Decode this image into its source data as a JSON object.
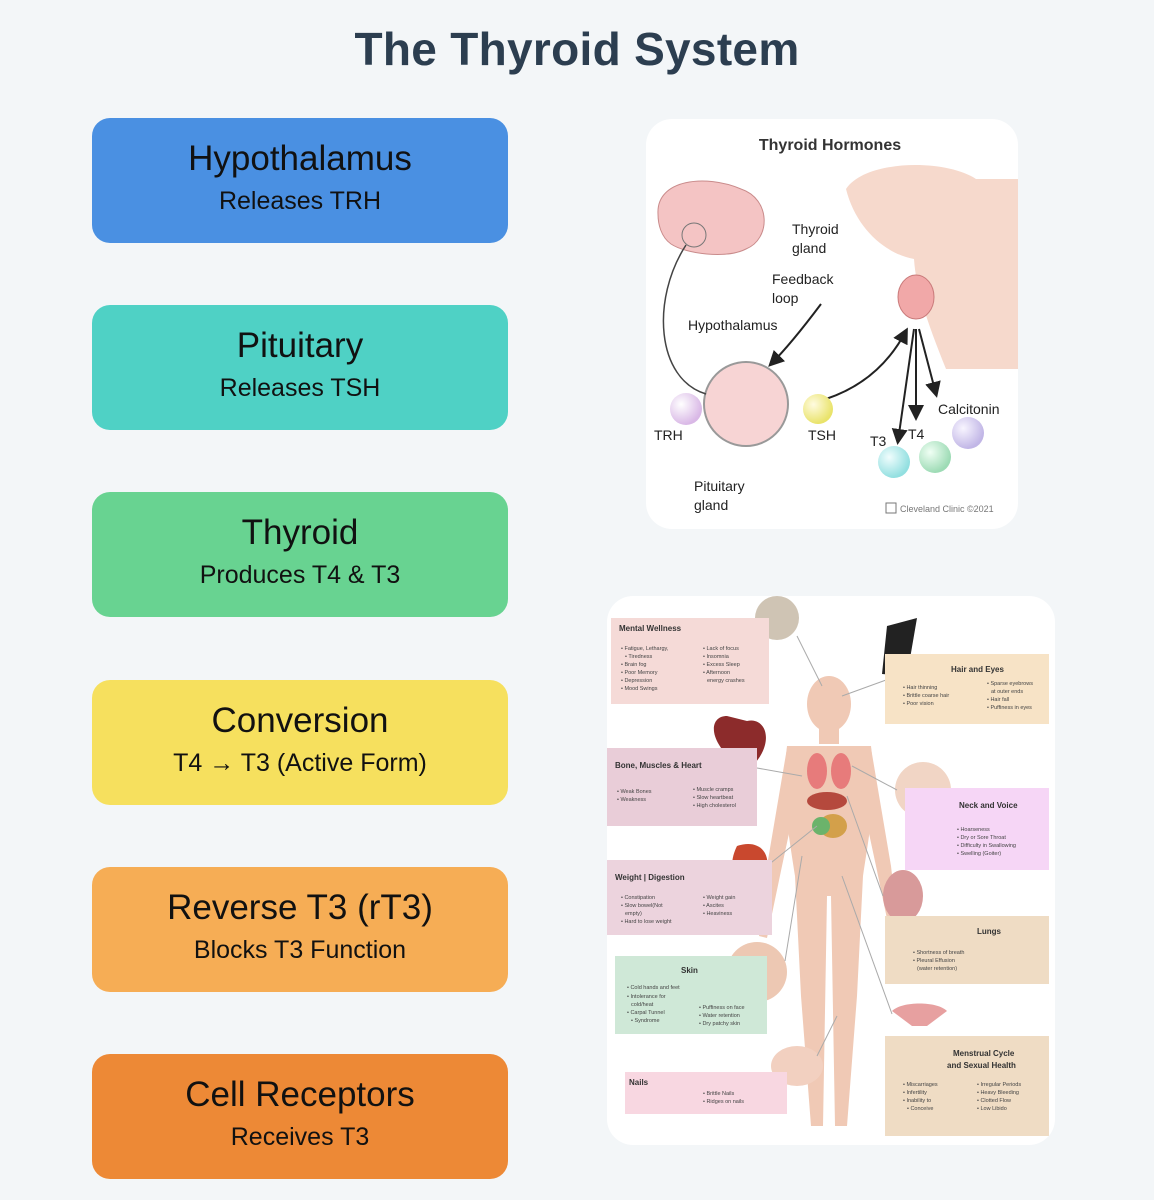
{
  "title": "The Thyroid System",
  "steps": [
    {
      "name": "Hypothalamus",
      "desc": "Releases TRH",
      "color": "#4a90e2"
    },
    {
      "name": "Pituitary",
      "desc": "Releases TSH",
      "color": "#4fd1c5"
    },
    {
      "name": "Thyroid",
      "desc": "Produces T4 & T3",
      "color": "#68d391"
    },
    {
      "name": "Conversion",
      "desc": "T4 → T3 (Active Form)",
      "color": "#f6e05e"
    },
    {
      "name": "Reverse T3 (rT3)",
      "desc": "Blocks T3 Function",
      "color": "#f6ad55"
    },
    {
      "name": "Cell Receptors",
      "desc": "Receives T3",
      "color": "#ed8936"
    }
  ],
  "hormones": {
    "title": "Thyroid Hormones",
    "thyroid_gland_1": "Thyroid",
    "thyroid_gland_2": "gland",
    "feedback_1": "Feedback",
    "feedback_2": "loop",
    "hypothalamus": "Hypothalamus",
    "trh": "TRH",
    "tsh": "TSH",
    "t3": "T3",
    "t4": "T4",
    "calcitonin": "Calcitonin",
    "pituitary_1": "Pituitary",
    "pituitary_2": "gland",
    "credit": "Cleveland Clinic ©2021"
  },
  "symptoms": {
    "mental": {
      "title": "Mental Wellness",
      "col1": [
        "Fatigue, Lethargy,",
        "Tiredness",
        "Brain fog",
        "Poor Memory",
        "Depression",
        "Mood Swings"
      ],
      "col2": [
        "Lack of focus",
        "Insomnia",
        "Excess Sleep",
        "Afternoon",
        "energy crashes"
      ]
    },
    "hair": {
      "title": "Hair and Eyes",
      "col1": [
        "Hair thinning",
        "Brittle coarse hair",
        "Poor vision"
      ],
      "col2": [
        "Sparse eyebrows",
        "at outer ends",
        "Hair fall",
        "Puffiness in eyes"
      ]
    },
    "bone": {
      "title": "Bone, Muscles & Heart",
      "col1": [
        "Weak Bones",
        "Weakness"
      ],
      "col2": [
        "Muscle cramps",
        "Slow heartbeat",
        "High cholesterol"
      ]
    },
    "neck": {
      "title": "Neck and Voice",
      "col1": [
        "Hoarseness",
        "Dry or Sore Throat",
        "Difficulty in Swallowing",
        "Swelling (Goiter)"
      ]
    },
    "weight": {
      "title": "Weight | Digestion",
      "col1": [
        "Constipation",
        "Slow bowel(Not",
        "empty)",
        "Hard to lose weight"
      ],
      "col2": [
        "Weight gain",
        "Ascites",
        "Heaviness"
      ]
    },
    "lungs": {
      "title": "Lungs",
      "col1": [
        "Shortness of breath",
        "Pleural Effusion",
        "(water retention)"
      ]
    },
    "skin": {
      "title": "Skin",
      "col1": [
        "Cold hands and feet",
        "Intolerance for",
        "cold/heat",
        "Carpal Tunnel",
        "Syndrome"
      ],
      "col2": [
        "Puffiness on face",
        "Water retention",
        "Dry patchy skin"
      ]
    },
    "nails": {
      "title": "Nails",
      "col2": [
        "Brittle Nails",
        "Ridges on nails"
      ]
    },
    "menstrual": {
      "title1": "Menstrual Cycle",
      "title2": "and Sexual Health",
      "col1": [
        "Miscarriages",
        "Infertility",
        "Inability to",
        "Conceive"
      ],
      "col2": [
        "Irregular Periods",
        "Heavy Bleeding",
        "Clotted Flow",
        "Low Libido"
      ]
    }
  }
}
